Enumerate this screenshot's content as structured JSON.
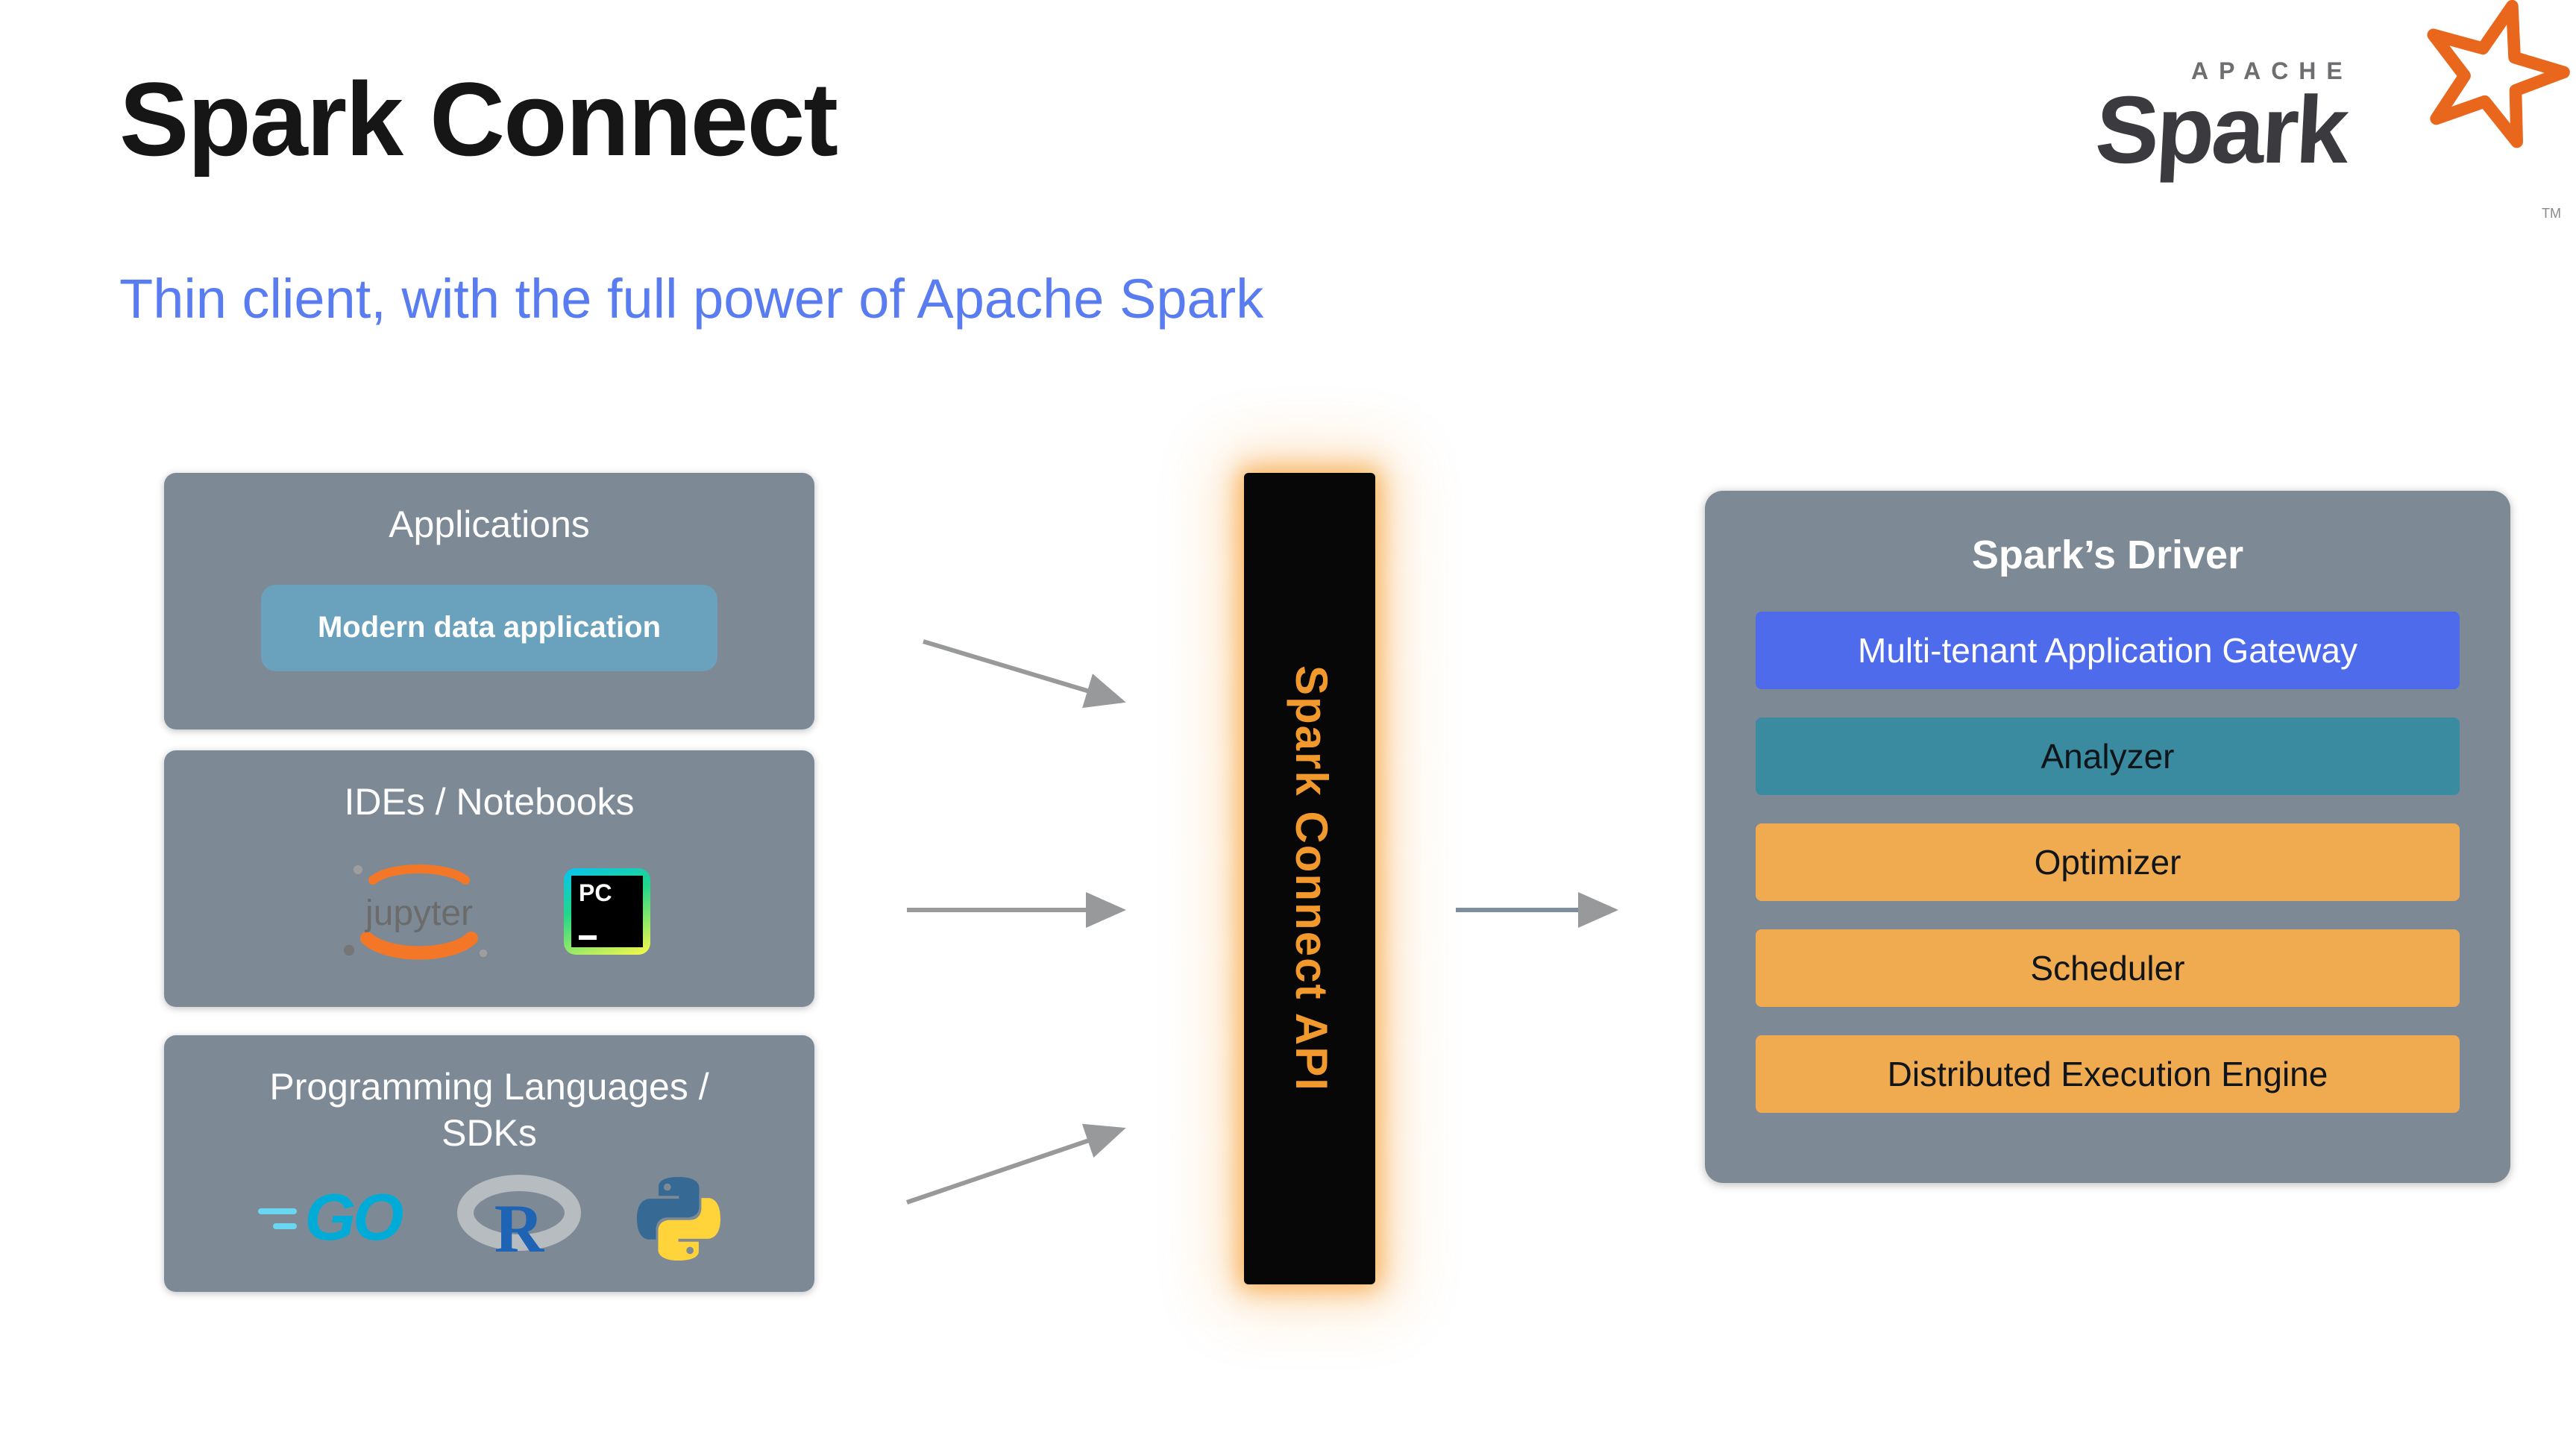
{
  "slide": {
    "title": "Spark Connect",
    "subtitle": "Thin client, with the full power of Apache Spark"
  },
  "spark_logo": {
    "apache": "APACHE",
    "spark": "Spark",
    "tm": "TM"
  },
  "left_column": {
    "applications": {
      "title": "Applications",
      "item": "Modern data application"
    },
    "ides": {
      "title": "IDEs / Notebooks",
      "jupyter_label": "jupyter",
      "pycharm_label": "PC"
    },
    "languages": {
      "title": "Programming Languages / SDKs",
      "go_label": "GO",
      "r_label": "R"
    }
  },
  "center": {
    "api_label": "Spark Connect API"
  },
  "driver": {
    "title": "Spark’s Driver",
    "rows": [
      {
        "label": "Multi-tenant Application Gateway",
        "bg": "#4d6beb",
        "fg": "#ffffff"
      },
      {
        "label": "Analyzer",
        "bg": "#3a8ba0",
        "fg": "#10151a"
      },
      {
        "label": "Optimizer",
        "bg": "#f0ab51",
        "fg": "#10151a"
      },
      {
        "label": "Scheduler",
        "bg": "#f0ab51",
        "fg": "#10151a"
      },
      {
        "label": "Distributed Execution Engine",
        "bg": "#f0ab51",
        "fg": "#10151a"
      }
    ]
  },
  "colors": {
    "subtitle_blue": "#597cf1",
    "panel_gray": "#7d8a96",
    "pill_blue_gray": "#6aa2bd",
    "api_orange": "#f2992e",
    "glow_orange": "#f69620",
    "arrow_gray": "#98999b",
    "spark_brand_orange": "#e8671c"
  }
}
